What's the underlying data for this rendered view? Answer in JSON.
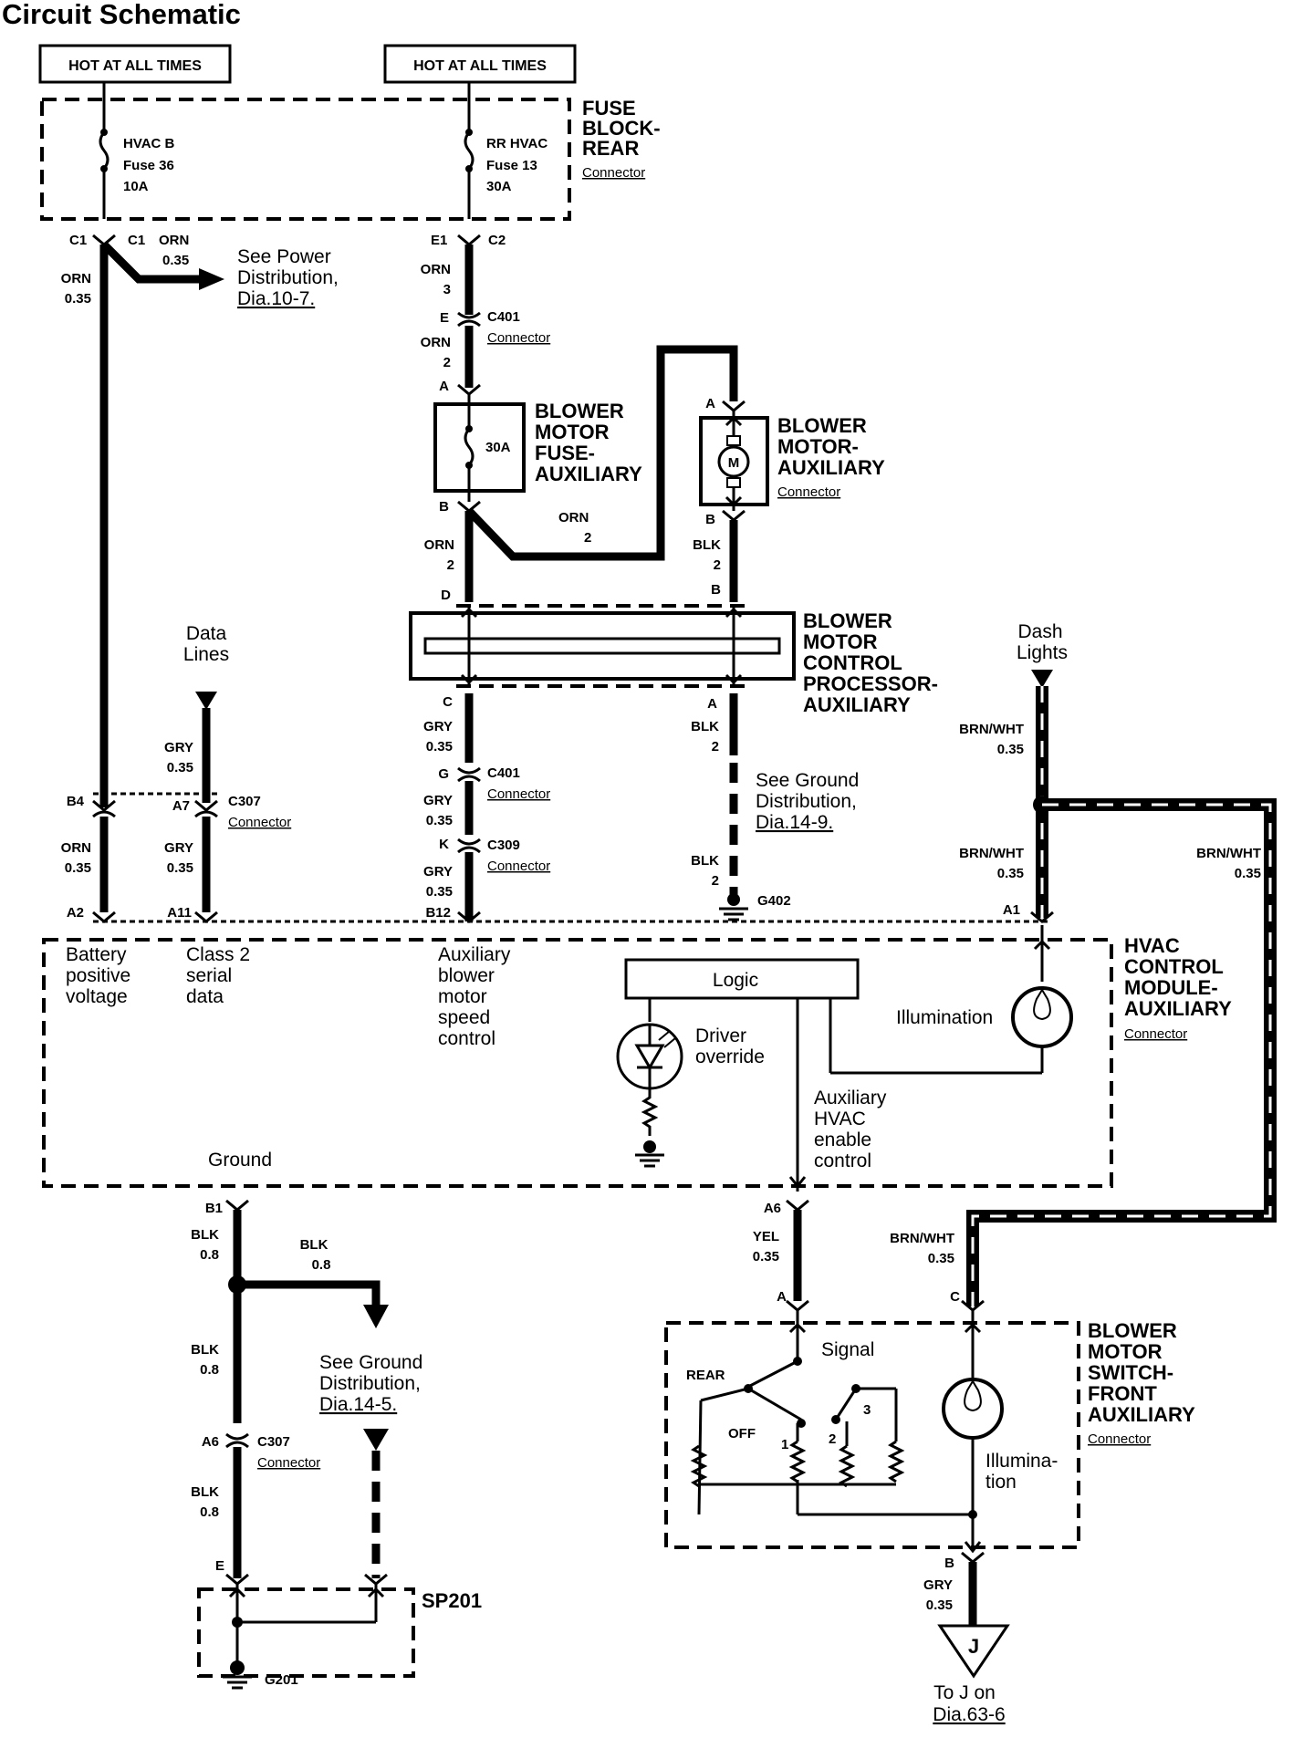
{
  "title": "Circuit Schematic",
  "hot_boxes": [
    "HOT AT ALL TIMES",
    "HOT AT ALL TIMES"
  ],
  "fuse_block": {
    "lines": [
      "FUSE",
      "BLOCK-",
      "REAR"
    ],
    "connector": "Connector"
  },
  "fuses": [
    {
      "lines": [
        "HVAC B",
        "Fuse 36",
        "10A"
      ]
    },
    {
      "lines": [
        "RR HVAC",
        "Fuse 13",
        "30A"
      ]
    }
  ],
  "left_branch": {
    "pin_top": "C1",
    "pin_right": "C1",
    "wire_a": [
      "ORN",
      "0.35"
    ],
    "wire_b": [
      "ORN",
      "0.35"
    ],
    "see": [
      "See Power",
      "Distribution,",
      "Dia.10-7."
    ]
  },
  "center_top": {
    "pin_e1": "E1",
    "pin_c2": "C2",
    "wire1": [
      "ORN",
      "3"
    ],
    "c401_pin": "E",
    "c401": "C401",
    "c401_conn": "Connector",
    "wire2": [
      "ORN",
      "2"
    ],
    "pin_a": "A"
  },
  "blower_fuse": {
    "rating": "30A",
    "lines": [
      "BLOWER",
      "MOTOR",
      "FUSE-",
      "AUXILIARY"
    ]
  },
  "blower_motor": {
    "symbol": "M",
    "pin_a": "A",
    "pin_b": "B",
    "lines": [
      "BLOWER",
      "MOTOR-",
      "AUXILIARY"
    ],
    "connector": "Connector"
  },
  "mid_wires": {
    "pin_b": "B",
    "orn_branch": [
      "ORN",
      "2"
    ],
    "orn_down": [
      "ORN",
      "2"
    ],
    "blk_right": [
      "BLK",
      "2"
    ],
    "pin_d": "D",
    "pin_b2": "B"
  },
  "processor": {
    "lines": [
      "BLOWER",
      "MOTOR",
      "CONTROL",
      "PROCESSOR-",
      "AUXILIARY"
    ]
  },
  "data_lines": {
    "lines": [
      "Data",
      "Lines"
    ],
    "wire": [
      "GRY",
      "0.35"
    ]
  },
  "dash_lights": {
    "lines": [
      "Dash",
      "Lights"
    ],
    "wire": [
      "BRN/WHT",
      "0.35"
    ]
  },
  "below_processor": {
    "pin_c": "C",
    "wire_c": [
      "GRY",
      "0.35"
    ],
    "c401_pin": "G",
    "c401": "C401",
    "c401_conn": "Connector",
    "wire_g": [
      "GRY",
      "0.35"
    ],
    "c309_pin": "K",
    "c309": "C309",
    "c309_conn": "Connector",
    "wire_k": [
      "GRY",
      "0.35"
    ],
    "pin_a": "A",
    "wire_a": [
      "BLK",
      "2"
    ],
    "see": [
      "See Ground",
      "Distribution,",
      "Dia.14-9."
    ],
    "wire_a2": [
      "BLK",
      "2"
    ],
    "ground": "G402"
  },
  "c307_top": {
    "pin_b4": "B4",
    "pin_a7": "A7",
    "name": "C307",
    "conn": "Connector",
    "wire_orn": [
      "ORN",
      "0.35"
    ],
    "wire_gry": [
      "GRY",
      "0.35"
    ]
  },
  "right_wire": {
    "wire1": [
      "BRN/WHT",
      "0.35"
    ],
    "wire2": [
      "BRN/WHT",
      "0.35"
    ]
  },
  "module_pins": {
    "a2": "A2",
    "a11": "A11",
    "b12": "B12",
    "a1": "A1"
  },
  "module": {
    "lines": [
      "HVAC",
      "CONTROL",
      "MODULE-",
      "AUXILIARY"
    ],
    "connector": "Connector",
    "battery": [
      "Battery",
      "positive",
      "voltage"
    ],
    "class2": [
      "Class 2",
      "serial",
      "data"
    ],
    "aux_blower": [
      "Auxiliary",
      "blower",
      "motor",
      "speed",
      "control"
    ],
    "logic": "Logic",
    "driver": [
      "Driver",
      "override"
    ],
    "illumination": "Illumination",
    "enable": [
      "Auxiliary",
      "HVAC",
      "enable",
      "control"
    ],
    "ground": "Ground"
  },
  "bottom_left": {
    "pin_b1": "B1",
    "wire1": [
      "BLK",
      "0.8"
    ],
    "wire_branch": [
      "BLK",
      "0.8"
    ],
    "wire2": [
      "BLK",
      "0.8"
    ],
    "see": [
      "See Ground",
      "Distribution,",
      "Dia.14-5."
    ],
    "c307_pin": "A6",
    "c307": "C307",
    "c307_conn": "Connector",
    "wire3": [
      "BLK",
      "0.8"
    ],
    "pin_e": "E",
    "sp": "SP201",
    "ground": "G201"
  },
  "bottom_right": {
    "pin_a6": "A6",
    "wire_yel": [
      "YEL",
      "0.35"
    ],
    "wire_brn": [
      "BRN/WHT",
      "0.35"
    ],
    "pin_a": "A",
    "pin_c": "C",
    "switch_lines": [
      "BLOWER",
      "MOTOR",
      "SWITCH-",
      "FRONT",
      "AUXILIARY"
    ],
    "switch_conn": "Connector",
    "signal": "Signal",
    "rear": "REAR",
    "off": "OFF",
    "pos1": "1",
    "pos2": "2",
    "pos3": "3",
    "illum": [
      "Illumina-",
      "tion"
    ],
    "pin_b": "B",
    "wire_gry": [
      "GRY",
      "0.35"
    ],
    "to_j": "J",
    "to": [
      "To J on",
      "Dia.63-6"
    ]
  }
}
